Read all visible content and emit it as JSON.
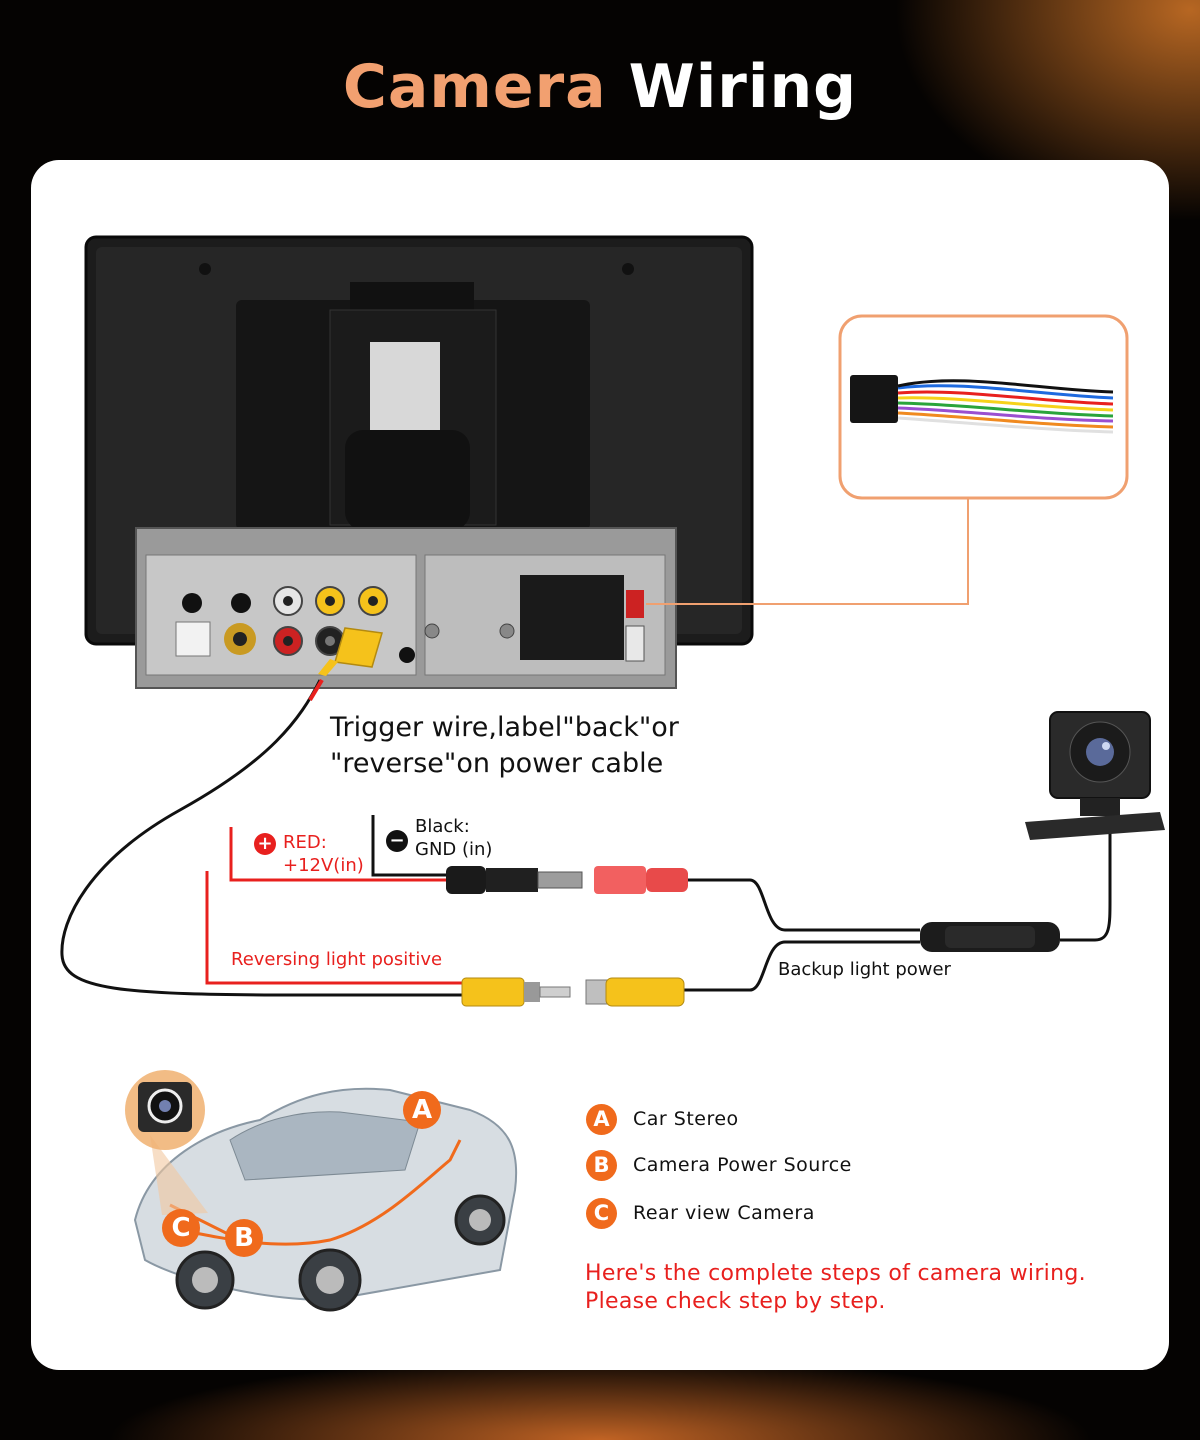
{
  "title": {
    "part1": "Camera",
    "part2": "Wiring"
  },
  "labels": {
    "trigger_line1": "Trigger wire,label\"back\"or",
    "trigger_line2": "\"reverse\"on power cable",
    "black_line1": "Black:",
    "black_line2": "GND (in)",
    "red_line1": "RED:",
    "red_line2": "+12V(in)",
    "reversing": "Reversing light positive",
    "backup": "Backup light power"
  },
  "legend": [
    {
      "letter": "A",
      "text": "Car Stereo"
    },
    {
      "letter": "B",
      "text": "Camera Power Source"
    },
    {
      "letter": "C",
      "text": "Rear view Camera"
    }
  ],
  "car_markers": [
    "A",
    "B",
    "C"
  ],
  "note": {
    "line1": "Here's the complete steps of camera wiring.",
    "line2": "Please check step by step."
  },
  "colors": {
    "accent_orange": "#f06a1c",
    "red_wire": "#e8201e",
    "rca_yellow": "#f5c21b",
    "title_orange": "#f2a070"
  }
}
